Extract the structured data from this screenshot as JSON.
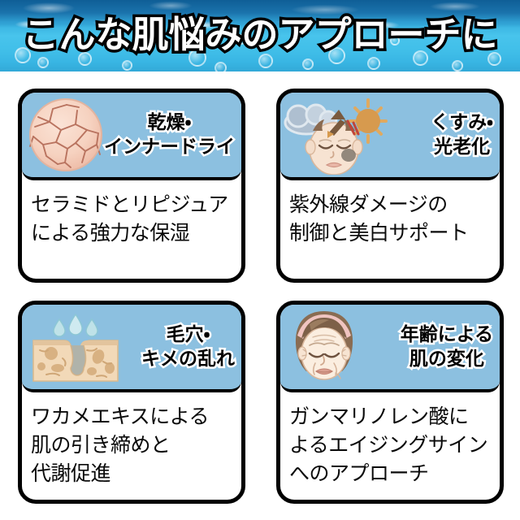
{
  "banner": {
    "title": "こんな肌悩みのアプローチに",
    "bg_top_color": "#1b6aa6",
    "bg_bottom_color": "#3fbfe8",
    "text_color": "#ffffff",
    "text_outline_color": "#000000",
    "icon": "water-bubbles-background"
  },
  "theme": {
    "card_header_blue": "#8cc0e0",
    "card_border": "#000000",
    "card_body_bg": "#ffffff",
    "title_text": "#000000",
    "title_outline": "#ffffff",
    "body_text": "#0a0a0a"
  },
  "cards": [
    {
      "id": "dry-inner-dry",
      "title": "乾燥・\nインナードライ",
      "body": "セラミドとリピジュア\nによる強力な保湿",
      "icon": "dry-cracked-skin-icon"
    },
    {
      "id": "dullness-photoaging",
      "title": "くすみ・\n光老化",
      "body": "紫外線ダメージの\n制御と美白サポート",
      "icon": "sun-cloud-uv-face-icon"
    },
    {
      "id": "pores-texture",
      "title": "毛穴・\nキメの乱れ",
      "body": "ワカメエキスによる\n肌の引き締めと\n代謝促進",
      "icon": "pore-cross-section-icon"
    },
    {
      "id": "age-related-change",
      "title": "年齢による\n肌の変化",
      "body": "ガンマリノレン酸に\nよるエイジングサイン\nへのアプローチ",
      "icon": "aging-face-wrinkles-icon"
    }
  ]
}
